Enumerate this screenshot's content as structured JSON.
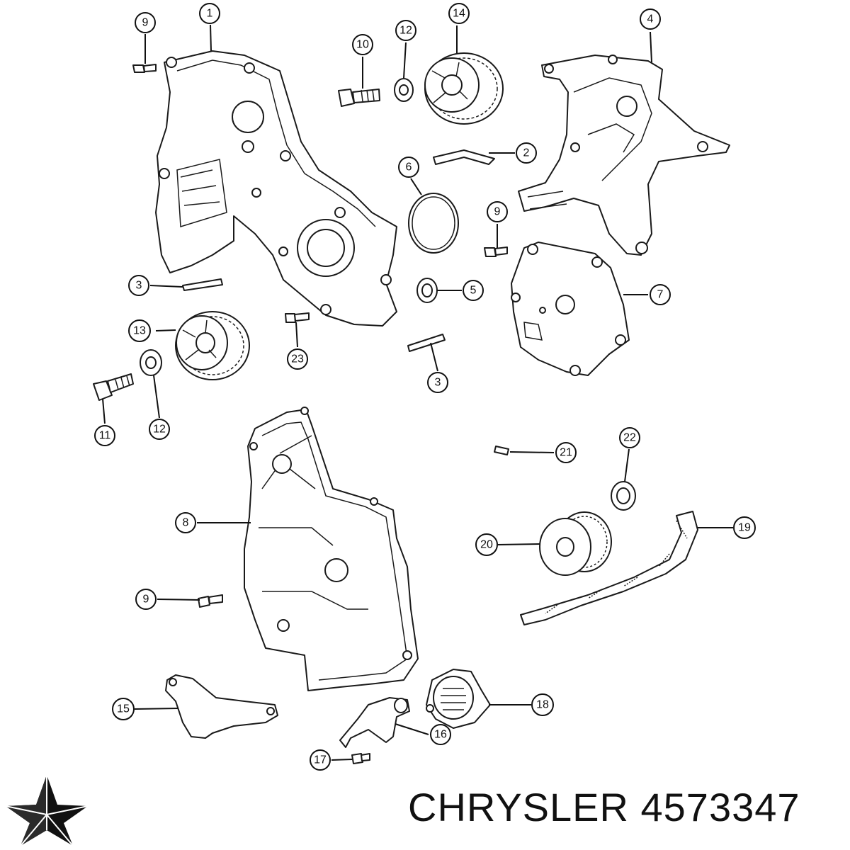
{
  "brand": {
    "name": "CHRYSLER",
    "part_number": "4573347",
    "logo_icon": "chrysler-pentastar-icon"
  },
  "callouts": {
    "c1": "1",
    "c2": "2",
    "c3a": "3",
    "c3b": "3",
    "c4": "4",
    "c5": "5",
    "c6": "6",
    "c7": "7",
    "c8": "8",
    "c9a": "9",
    "c9b": "9",
    "c9c": "9",
    "c10": "10",
    "c11": "11",
    "c12a": "12",
    "c12b": "12",
    "c13": "13",
    "c14": "14",
    "c15": "15",
    "c16": "16",
    "c17": "17",
    "c18": "18",
    "c19": "19",
    "c20": "20",
    "c21": "21",
    "c22": "22",
    "c23": "23"
  },
  "colors": {
    "line": "#1a1a1a",
    "background": "#ffffff"
  }
}
